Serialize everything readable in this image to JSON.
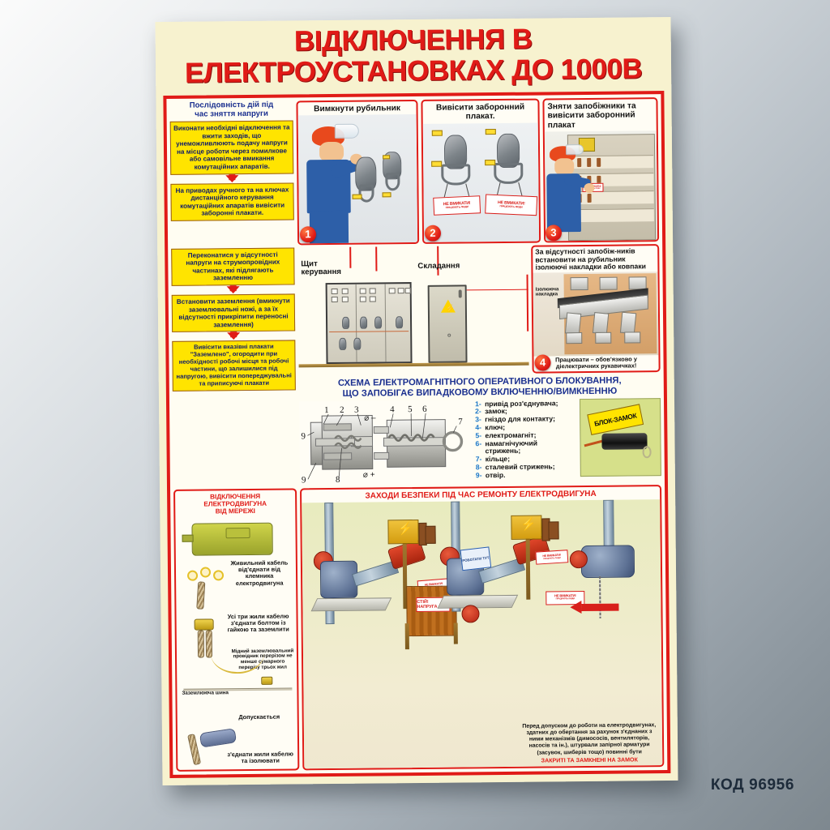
{
  "poster": {
    "title_line1": "ВІДКЛЮЧЕННЯ В",
    "title_line2": "ЕЛЕКТРОУСТАНОВКАХ ДО 1000В",
    "code": "КОД 96956"
  },
  "flow": {
    "heading_line1": "Послідовність дій під",
    "heading_line2": "час зняття напруги",
    "steps": [
      "Виконати необхідні відключення та вжити заходів, що унеможливлюють подачу напруги на місце роботи через помилкове або самовільне вмикання комутаційних апаратів.",
      "На приводах ручного та на ключах дистанційного керування комутаційних апаратів вивісити заборонні плакати.",
      "Переконатися у відсутності напруги на струмопровідних частинах, які підлягають заземленню",
      "Встановити заземлення (вмикнути заземлювальні ножі, а за їх відсутності прикріпити переносні заземлення)",
      "Вивісити вказівні плакати \"Заземлено\", огородити при необхідності робочі місця та робочі частини, що залишилися під напругою, вивісити попереджувальні та приписуючі плакати"
    ]
  },
  "panels": [
    {
      "number": "1",
      "title": "Вимкнути рубильник"
    },
    {
      "number": "2",
      "title": "Вивісити заборонний плакат."
    },
    {
      "number": "3",
      "title": "Зняти запобіжники та вивісити заборонний плакат"
    }
  ],
  "prohibition_sign": {
    "line1": "НЕ ВМИКАТИ!",
    "line2": "ПРАЦЮЮТЬ ЛЮДИ"
  },
  "middle": {
    "switchboard_label_line1": "Щит",
    "switchboard_label_line2": "керування",
    "assembly_label": "Складання"
  },
  "panel4": {
    "number": "4",
    "title": "За відсутності запобіж-ників встановити на рубильник ізолюючі накладки або ковпаки",
    "inner_label_line1": "Ізолюючa",
    "inner_label_line2": "накладка",
    "footer_line1": "Працювати – обов'язково у",
    "footer_line2": "діелектричних рукавичках!"
  },
  "scheme": {
    "title_line1": "СХЕМА ЕЛЕКТРОМАГНІТНОГО ОПЕРАТИВНОГО БЛОКУВАННЯ,",
    "title_line2": "ЩО ЗАПОБІГАЄ ВИПАДКОВОМУ ВКЛЮЧЕННЮ/ВИМКНЕННЮ",
    "legend": [
      {
        "num": "1-",
        "text": "привід роз'єднувача;"
      },
      {
        "num": "2-",
        "text": "замок;"
      },
      {
        "num": "3-",
        "text": "гніздо для контакту;"
      },
      {
        "num": "4-",
        "text": "ключ;"
      },
      {
        "num": "5-",
        "text": "електромагніт;"
      },
      {
        "num": "6-",
        "text": "намагнічуючий",
        "cont": "стрижень;"
      },
      {
        "num": "7-",
        "text": "кільце;"
      },
      {
        "num": "8-",
        "text": "сталевий стрижень;"
      },
      {
        "num": "9-",
        "text": "отвір."
      }
    ],
    "block_lock_label": "БЛОК-ЗАМОК",
    "art_numbers": [
      "1",
      "2",
      "3",
      "4",
      "5",
      "6",
      "7",
      "8",
      "9",
      "9"
    ],
    "art_polarity_minus": "–",
    "art_polarity_plus": "+"
  },
  "motor_section": {
    "title_line1": "ВІДКЛЮЧЕННЯ",
    "title_line2": "ЕЛЕКТРОДВИГУНА",
    "title_line3": "ВІД МЕРЕЖІ",
    "note1": "Живильний кабель від'єднати від клемника електродвигуна",
    "note2": "Усі три жили кабелю з'єднати болтом із гайкою та заземлити",
    "note3": "Мідний заземлювальний провідник перерізом не менше сумарного перерізу трьох жил",
    "bus_label": "Заземлююча шина",
    "note4_head": "Допускається",
    "note4": "з'єднати жили кабелю та ізолювати"
  },
  "repair_section": {
    "title": "ЗАХОДИ БЕЗПЕКИ ПІД ЧАС РЕМОНТУ ЕЛЕКТРОДВИГУНА",
    "stop_sign": "СТІЙ! НАПРУГА",
    "blue_sign": "РОБОТАТИ ТУТ",
    "note": "Перед допуском до роботи на електродвигунах, здатних до обертання за рахунок з'єднаних з ними механізмів (димососів, вентиляторів, насосів та ін.), штурвали запірної арматури (засувок, шиберів тощо) повинні бути",
    "note_red": "ЗАКРИТІ ТА ЗАМКНЕНІ НА ЗАМОК"
  },
  "colors": {
    "red": "#e01b17",
    "yellow": "#ffe400",
    "blue_text": "#1a2f8f",
    "paper": "#f7f2cf"
  }
}
